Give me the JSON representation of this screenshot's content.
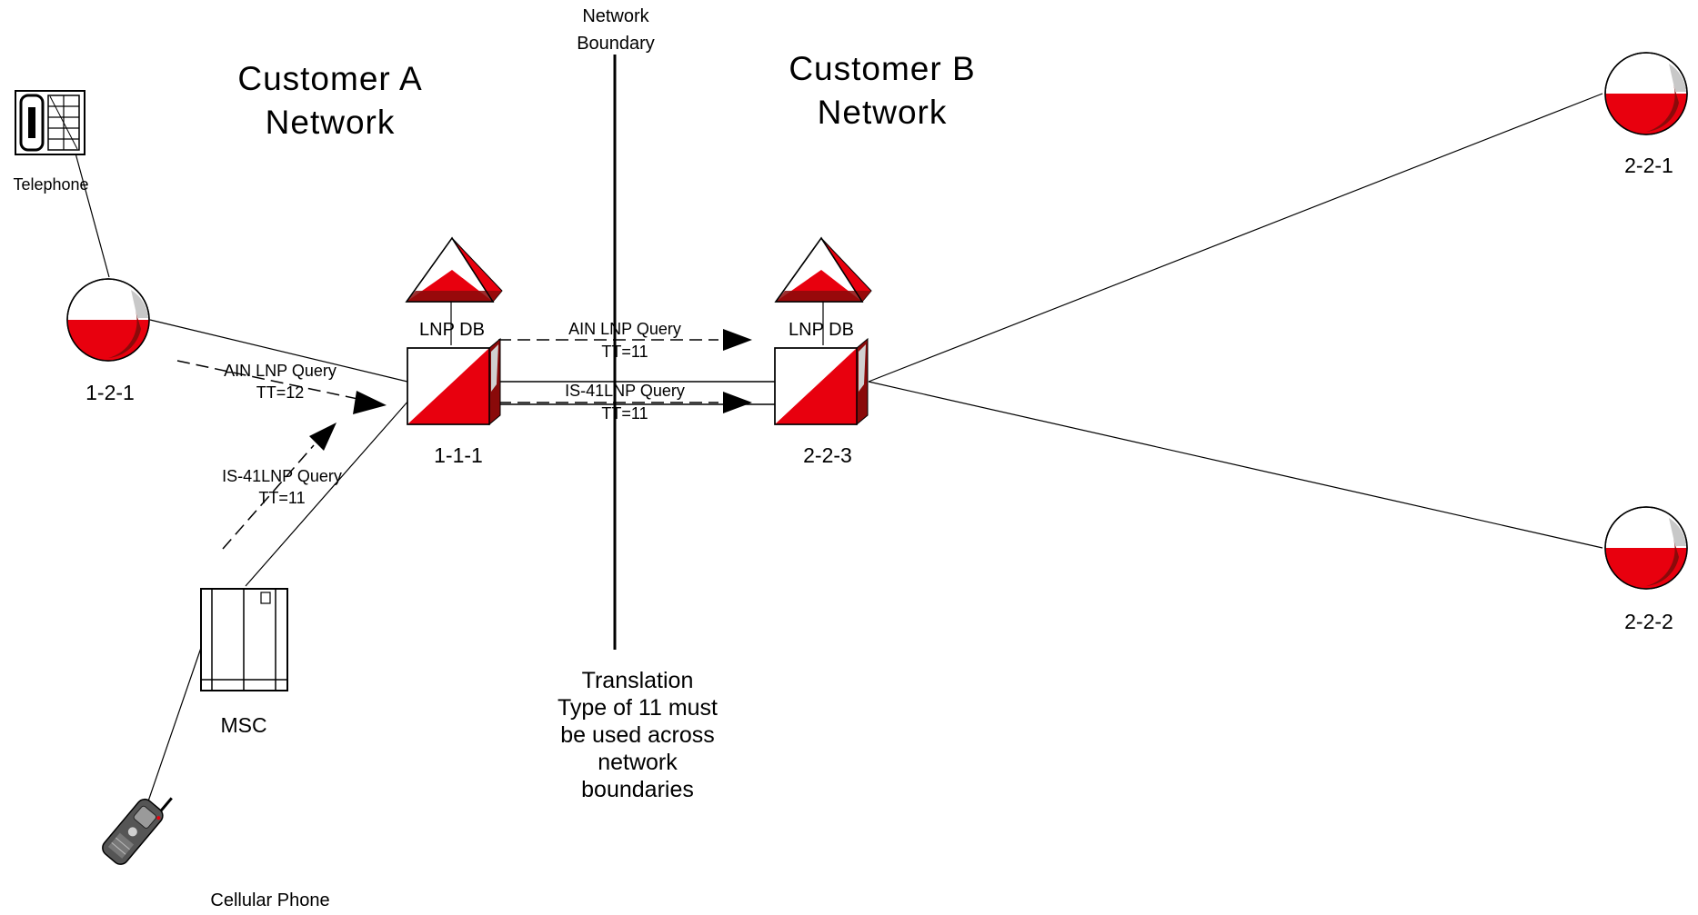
{
  "headings": {
    "customer_a": [
      "Customer A",
      "Network"
    ],
    "customer_b": [
      "Customer B",
      "Network"
    ],
    "boundary": [
      "Network",
      "Boundary"
    ]
  },
  "nodes": {
    "telephone": "Telephone",
    "cellular_phone": "Cellular Phone",
    "msc": "MSC",
    "sp_121": "1-2-1",
    "sp_221": "2-2-1",
    "sp_222": "2-2-2",
    "stp_111": "1-1-1",
    "stp_223": "2-2-3",
    "lnp_db_a": "LNP DB",
    "lnp_db_b": "LNP DB"
  },
  "queries": {
    "ain_a": [
      "AIN LNP Query",
      "TT=12"
    ],
    "is41_a": [
      "IS-41LNP Query",
      "TT=11"
    ],
    "ain_cross": [
      "AIN LNP Query",
      "TT=11"
    ],
    "is41_cross": [
      "IS-41LNP Query",
      "TT=11"
    ]
  },
  "note": [
    "Translation",
    "Type of 11 must",
    "be used across",
    "network",
    "boundaries"
  ],
  "colors": {
    "accent": "#e8000e",
    "dark_red": "#8a0a0a",
    "line": "#000000"
  }
}
